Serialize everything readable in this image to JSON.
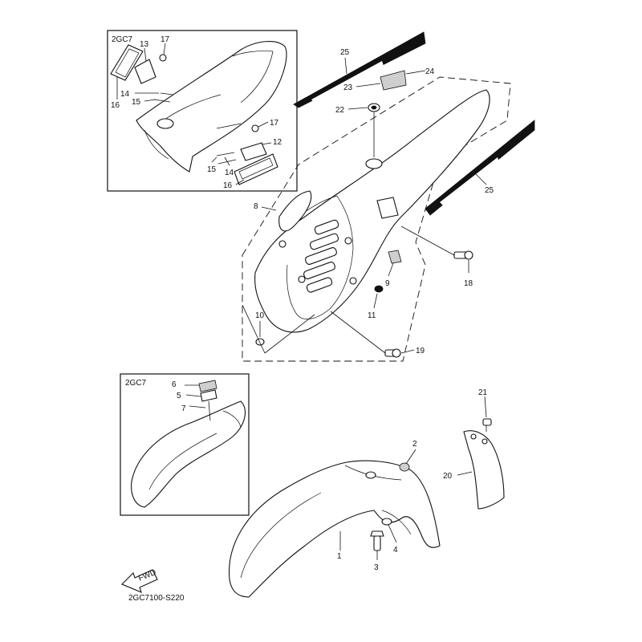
{
  "diagram": {
    "code": "2GC7100-S220",
    "fwd_label": "FWD",
    "boxes": [
      {
        "title": "2GC7"
      },
      {
        "title": "2GC7"
      }
    ],
    "callouts": {
      "n1": "1",
      "n2": "2",
      "n3": "3",
      "n4": "4",
      "n5": "5",
      "n6": "6",
      "n7": "7",
      "n8": "8",
      "n9": "9",
      "n10": "10",
      "n11": "11",
      "n12": "12",
      "n13": "13",
      "n14a": "14",
      "n14b": "14",
      "n15a": "15",
      "n15b": "15",
      "n16a": "16",
      "n16b": "16",
      "n17a": "17",
      "n17b": "17",
      "n18": "18",
      "n19": "19",
      "n20": "20",
      "n21": "21",
      "n22": "22",
      "n23": "23",
      "n24": "24",
      "n25a": "25",
      "n25b": "25"
    }
  }
}
